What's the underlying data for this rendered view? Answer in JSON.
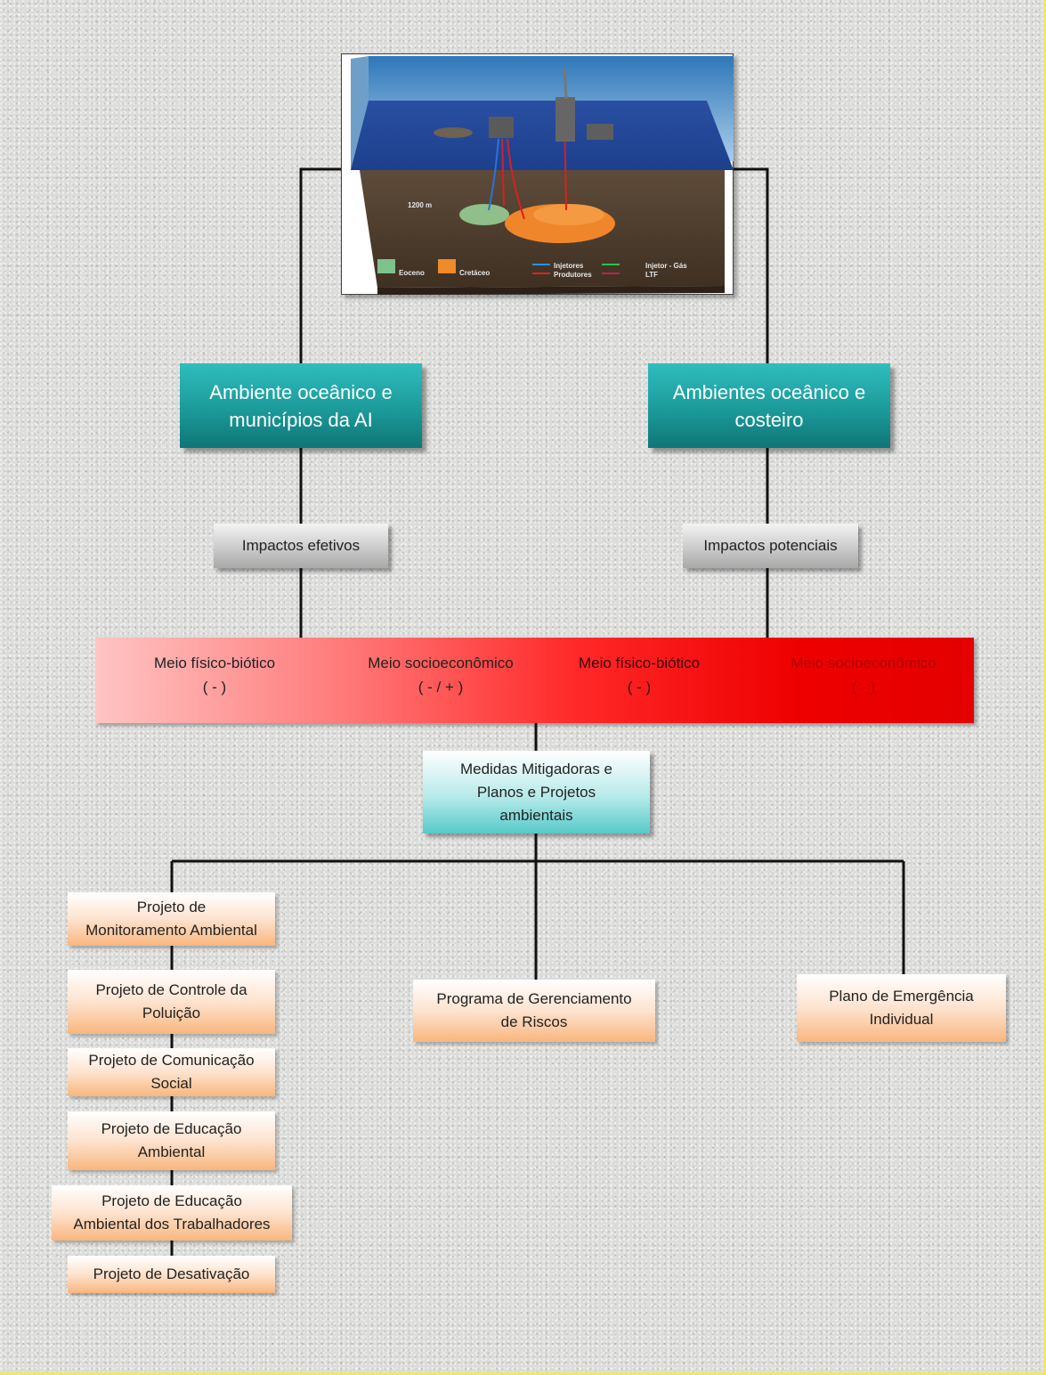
{
  "illustration": {
    "depth_label": "1200 m",
    "legend": {
      "eoceno": "Eoceno",
      "cretaceo": "Cretáceo",
      "injetores": "Injetores",
      "produtores": "Produtores",
      "injetor_gas": "Injetor - Gás",
      "ltf": "LTF"
    }
  },
  "environments": {
    "left": {
      "line1": "Ambiente oceânico e",
      "line2": "municípios da AI"
    },
    "right": {
      "line1": "Ambientes oceânico e",
      "line2": "costeiro"
    }
  },
  "impacts": {
    "left": "Impactos  efetivos",
    "right": "Impactos  potenciais"
  },
  "media": [
    {
      "label": "Meio físico-biótico",
      "sign": "( - )"
    },
    {
      "label": "Meio  socioeconômico",
      "sign": "( - / + )"
    },
    {
      "label": "Meio físico-biótico",
      "sign": "( - )"
    },
    {
      "label": "Meio  socioeconômico",
      "sign": "( - )"
    }
  ],
  "measures": {
    "line1": "Medidas  Mitigadoras  e",
    "line2": "Planos e Projetos",
    "line3": "ambientais"
  },
  "projects": [
    {
      "line1": "Projeto de",
      "line2": "Monitoramento  Ambiental"
    },
    {
      "line1": "Projeto de Controle da",
      "line2": "Poluição"
    },
    {
      "line1": "Projeto de Comunicação",
      "line2": "Social"
    },
    {
      "line1": "Projeto de Educação",
      "line2": "Ambiental"
    },
    {
      "line1": "Projeto de Educação",
      "line2": "Ambiental  dos  Trabalhadores"
    },
    {
      "line1": "Projeto de Desativação"
    }
  ],
  "programs": {
    "risk": {
      "line1": "Programa de Gerenciamento",
      "line2": "de Riscos"
    },
    "emergency": {
      "line1": "Plano de Emergência",
      "line2": "Individual"
    }
  },
  "colors": {
    "teal": "#1c9a9a",
    "red": "#ee0000",
    "orange_light": "#fde3cf",
    "media_right_text": "#b00000"
  }
}
